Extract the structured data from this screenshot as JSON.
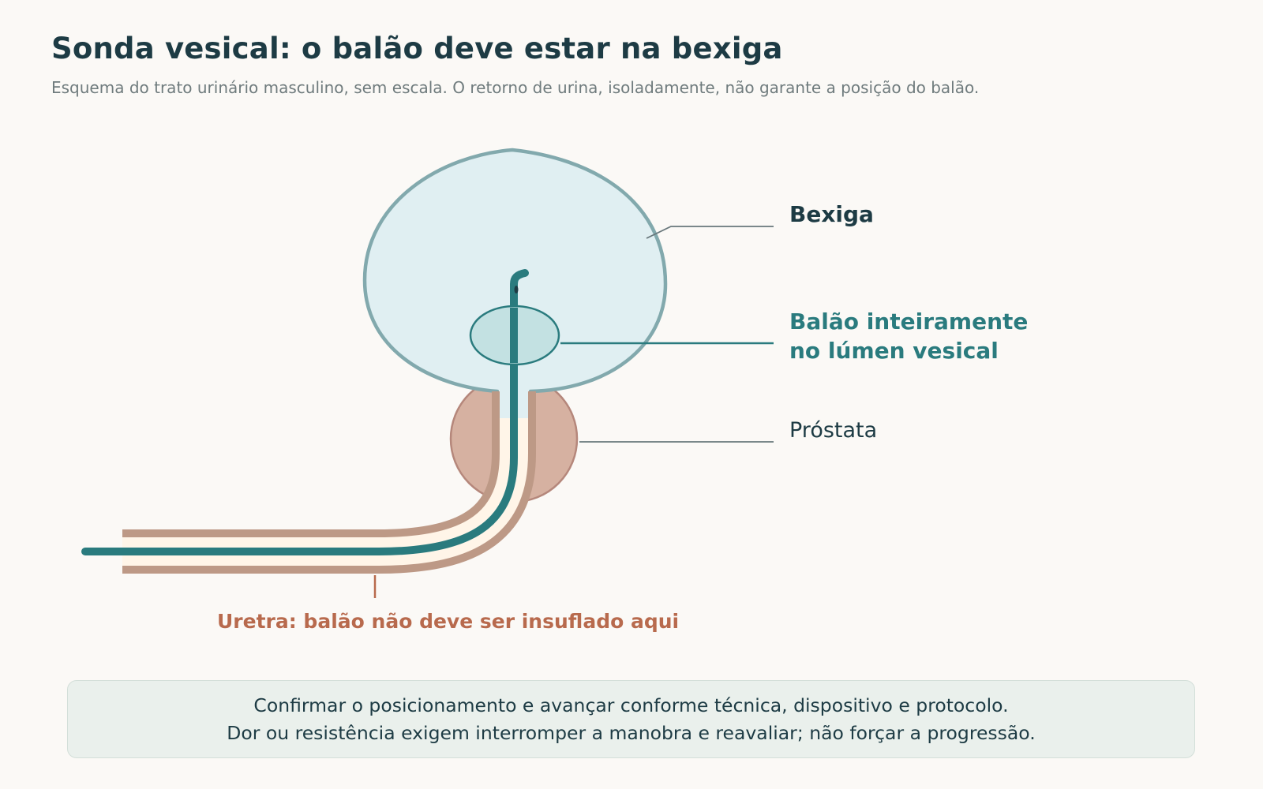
{
  "header": {
    "title": "Sonda vesical: o balão deve estar na bexiga",
    "subtitle": "Esquema do trato urinário masculino, sem escala. O retorno de urina, isoladamente, não garante a posição do balão."
  },
  "labels": {
    "bladder": "Bexiga",
    "balloon_line1": "Balão inteiramente",
    "balloon_line2": "no lúmen vesical",
    "prostate": "Próstata",
    "urethra": "Uretra: balão não deve ser insuflado aqui"
  },
  "note": {
    "line1": "Confirmar o posicionamento e avançar conforme técnica, dispositivo e protocolo.",
    "line2": "Dor ou resistência exigem interromper a manobra e reavaliar; não forçar a progressão."
  },
  "colors": {
    "title": "#1d3b44",
    "bladder_fill": "#e0eff2",
    "bladder_stroke": "#82a9ad",
    "prostate_fill": "#d6b1a1",
    "prostate_stroke": "#b5877b",
    "urethra_wall": "#bd9986",
    "urethra_lumen": "#fff5e8",
    "catheter": "#2a7b7e",
    "balloon_fill": "#c0e0e1",
    "urethra_label": "#b86a4d",
    "note_background": "#eaf0ec"
  }
}
